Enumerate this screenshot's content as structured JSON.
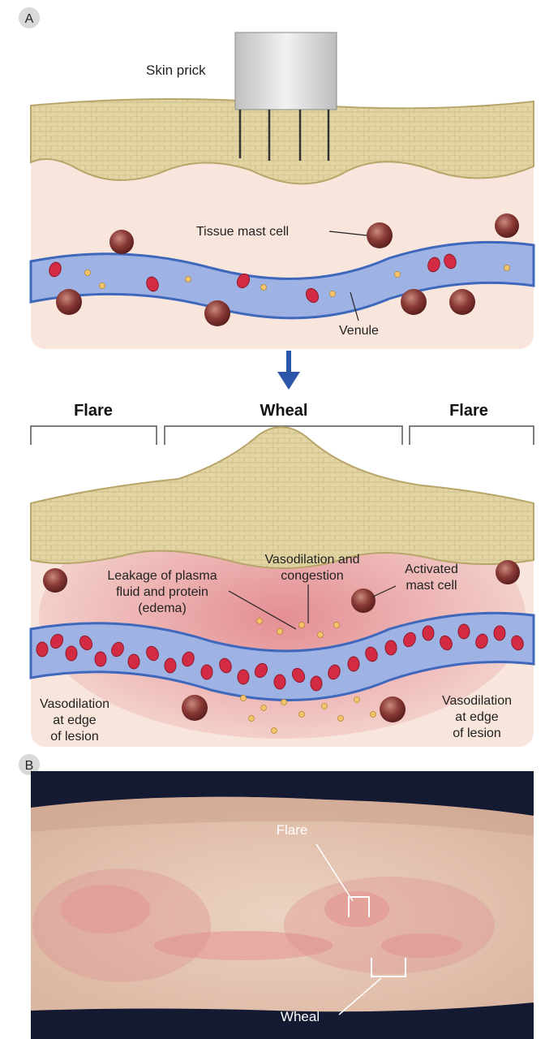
{
  "panel_a": {
    "letter": "A",
    "skin_prick": "Skin prick",
    "tissue_mast_cell": "Tissue mast cell",
    "venule": "Venule",
    "header_flare_left": "Flare",
    "header_wheal": "Wheal",
    "header_flare_right": "Flare",
    "vasodilation_l1": "Vasodilation and",
    "vasodilation_l2": "congestion",
    "leakage_l1": "Leakage of plasma",
    "leakage_l2": "fluid and protein",
    "leakage_l3": "(edema)",
    "activated_l1": "Activated",
    "activated_l2": "mast cell",
    "edge_left_l1": "Vasodilation",
    "edge_left_l2": "at edge",
    "edge_left_l3": "of lesion",
    "edge_right_l1": "Vasodilation",
    "edge_right_l2": "at edge",
    "edge_right_l3": "of lesion"
  },
  "panel_b": {
    "letter": "B",
    "flare": "Flare",
    "wheal": "Wheal"
  },
  "colors": {
    "epidermis": "#e2d5a3",
    "epidermis_line": "#b8a56a",
    "dermis": "#f8e6dc",
    "inflamed": "#e8a1a5",
    "venule": "#9eb3e3",
    "venule_edge": "#3f68bd",
    "rbc": "#d42b45",
    "mast_cell": "#7b2f2e",
    "arrow": "#2b55a8",
    "photo_bg": "#151a33",
    "skin": "#e7c9b6"
  }
}
